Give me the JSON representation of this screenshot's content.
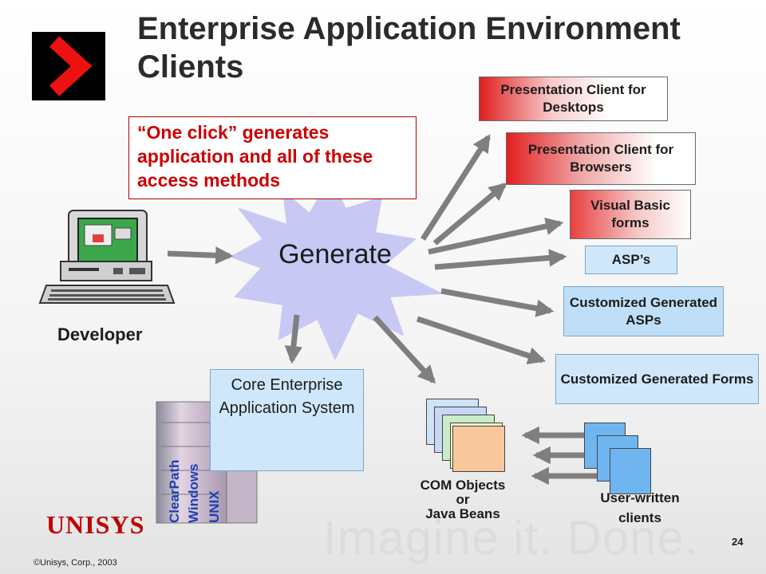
{
  "title": "Enterprise Application Environment Clients",
  "callout": "“One click” generates application and all of these access methods",
  "center": {
    "generate": "Generate"
  },
  "developer": "Developer",
  "core_system": "Core Enterprise Application System",
  "server_labels": [
    "ClearPath",
    "Windows",
    "UNIX"
  ],
  "outputs": [
    "Presentation Client for Desktops",
    "Presentation Client for Browsers",
    "Visual Basic forms",
    "ASP’s",
    "Customized Generated ASPs",
    "Customized Generated Forms"
  ],
  "com_objects": {
    "line1": "COM Objects",
    "line2": "or",
    "line3": "Java Beans"
  },
  "user_clients": "User-written clients",
  "watermark": "Imagine it.  Done.",
  "brand": "UNISYS",
  "copyright": "©Unisys, Corp., 2003",
  "page_number": "24",
  "colors": {
    "accent_red": "#cc0000",
    "box_blue": "#cfe7fb",
    "burst": "#c8c8f4",
    "arrow": "#7f7f7f"
  }
}
